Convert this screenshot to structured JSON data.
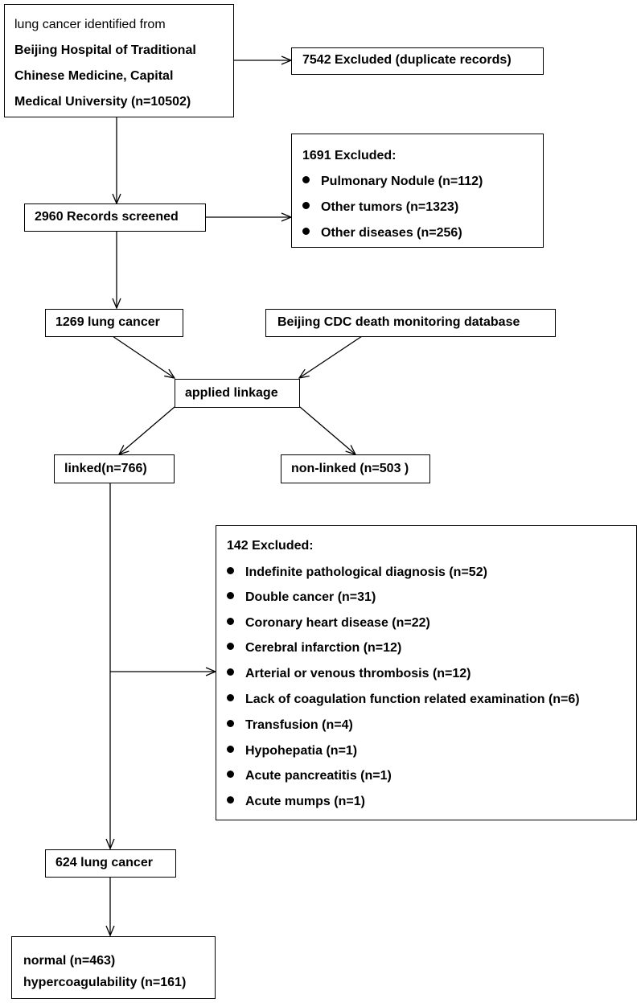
{
  "source": {
    "lines": [
      "lung cancer identified from",
      "Beijing Hospital of Traditional",
      "Chinese Medicine, Capital",
      "Medical University (n=10502)"
    ]
  },
  "excluded_duplicates": "7542 Excluded (duplicate records)",
  "screened": "2960 Records screened",
  "excluded_1691": {
    "title": "1691 Excluded:",
    "items": [
      "Pulmonary Nodule (n=112)",
      "Other tumors (n=1323)",
      "Other diseases (n=256)"
    ]
  },
  "lung_1269": "1269 lung cancer",
  "cdc": "Beijing CDC death monitoring database",
  "linkage": "applied linkage",
  "linked": "linked(n=766)",
  "nonlinked": "non-linked (n=503 )",
  "excluded_142": {
    "title": "142 Excluded:",
    "items": [
      "Indefinite pathological diagnosis (n=52)",
      "Double cancer (n=31)",
      "Coronary heart disease (n=22)",
      "Cerebral infarction (n=12)",
      "Arterial or venous thrombosis (n=12)",
      "Lack of coagulation function related examination (n=6)",
      "Transfusion (n=4)",
      "Hypohepatia (n=1)",
      "Acute pancreatitis (n=1)",
      "Acute mumps (n=1)"
    ]
  },
  "lung_624": "624 lung cancer",
  "outcome": {
    "lines": [
      "normal (n=463)",
      "hypercoagulability (n=161)"
    ]
  }
}
